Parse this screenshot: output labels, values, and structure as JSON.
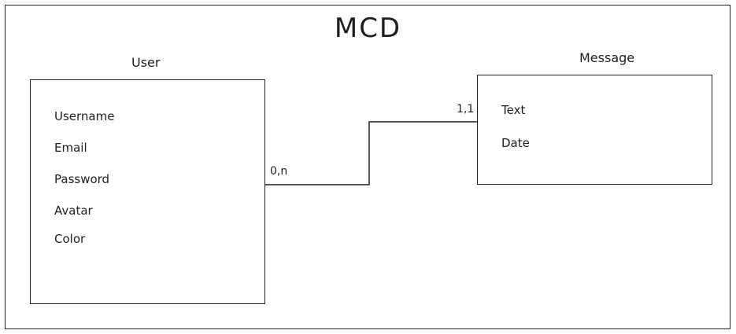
{
  "diagram": {
    "title": "MCD",
    "entities": {
      "user": {
        "name": "User",
        "attributes": [
          "Username",
          "Email",
          "Password",
          "Avatar",
          "Color"
        ]
      },
      "message": {
        "name": "Message",
        "attributes": [
          "Text",
          "Date"
        ]
      }
    },
    "relationship": {
      "user_cardinality": "0,n",
      "message_cardinality": "1,1"
    }
  }
}
